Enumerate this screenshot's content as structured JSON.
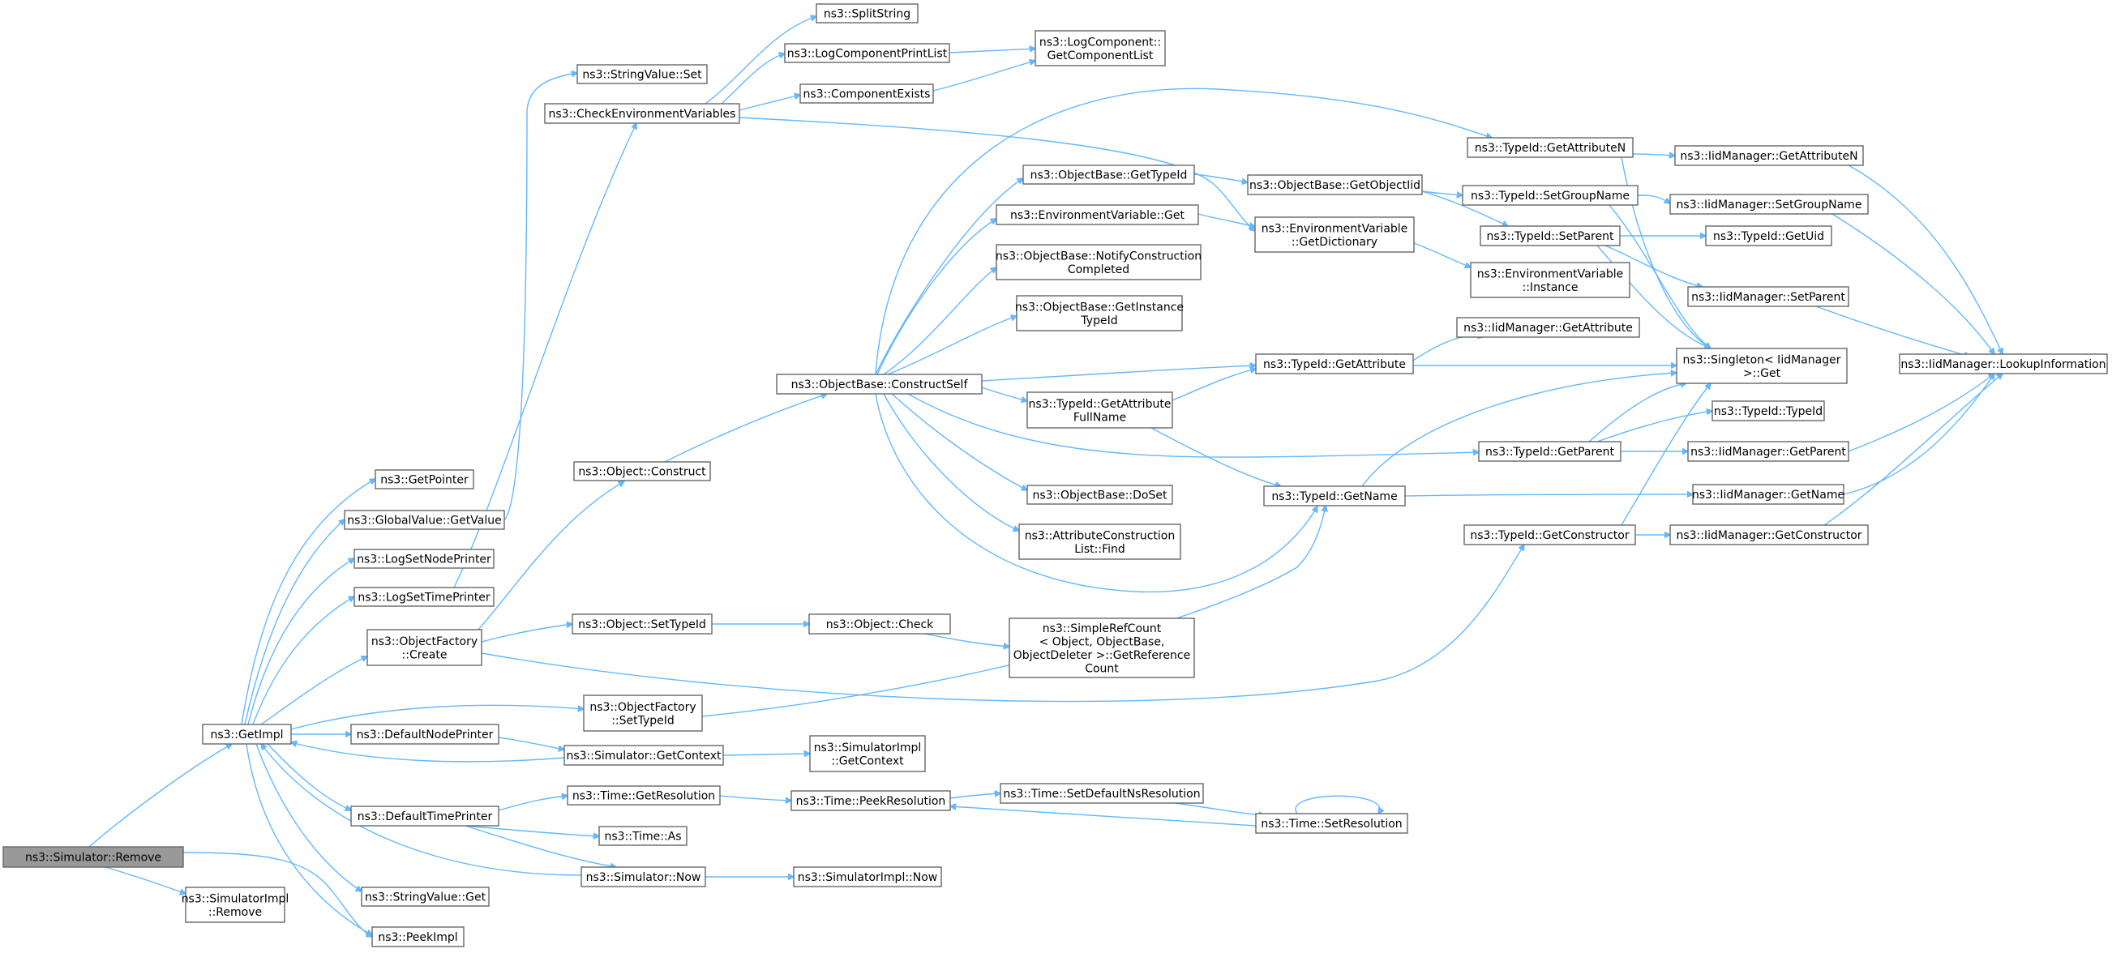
{
  "nodes": [
    {
      "id": "remove",
      "lines": [
        "ns3::Simulator::Remove"
      ],
      "root": true
    },
    {
      "id": "getimpl",
      "lines": [
        "ns3::GetImpl"
      ]
    },
    {
      "id": "simimplremove",
      "lines": [
        "ns3::SimulatorImpl",
        "::Remove"
      ]
    },
    {
      "id": "peekimpl",
      "lines": [
        "ns3::PeekImpl"
      ]
    },
    {
      "id": "getpointer",
      "lines": [
        "ns3::GetPointer"
      ]
    },
    {
      "id": "gvgetvalue",
      "lines": [
        "ns3::GlobalValue::GetValue"
      ]
    },
    {
      "id": "lognodeprinter",
      "lines": [
        "ns3::LogSetNodePrinter"
      ]
    },
    {
      "id": "logtimeprinter",
      "lines": [
        "ns3::LogSetTimePrinter"
      ]
    },
    {
      "id": "ofcreate",
      "lines": [
        "ns3::ObjectFactory",
        "::Create"
      ]
    },
    {
      "id": "defnodeprinter",
      "lines": [
        "ns3::DefaultNodePrinter"
      ]
    },
    {
      "id": "deftimeprinter",
      "lines": [
        "ns3::DefaultTimePrinter"
      ]
    },
    {
      "id": "svget",
      "lines": [
        "ns3::StringValue::Get"
      ]
    },
    {
      "id": "svset",
      "lines": [
        "ns3::StringValue::Set"
      ]
    },
    {
      "id": "checkenv",
      "lines": [
        "ns3::CheckEnvironmentVariables"
      ]
    },
    {
      "id": "splitstring",
      "lines": [
        "ns3::SplitString"
      ]
    },
    {
      "id": "logcompprintlist",
      "lines": [
        "ns3::LogComponentPrintList"
      ]
    },
    {
      "id": "compexists",
      "lines": [
        "ns3::ComponentExists"
      ]
    },
    {
      "id": "getcomplist",
      "lines": [
        "ns3::LogComponent::",
        "GetComponentList"
      ]
    },
    {
      "id": "objconstruct",
      "lines": [
        "ns3::Object::Construct"
      ]
    },
    {
      "id": "objsettypeid",
      "lines": [
        "ns3::Object::SetTypeId"
      ]
    },
    {
      "id": "ofsettypeid",
      "lines": [
        "ns3::ObjectFactory",
        "::SetTypeId"
      ]
    },
    {
      "id": "simgetcontext",
      "lines": [
        "ns3::Simulator::GetContext"
      ]
    },
    {
      "id": "timegetres",
      "lines": [
        "ns3::Time::GetResolution"
      ]
    },
    {
      "id": "timeas",
      "lines": [
        "ns3::Time::As"
      ]
    },
    {
      "id": "simnow",
      "lines": [
        "ns3::Simulator::Now"
      ]
    },
    {
      "id": "constructself",
      "lines": [
        "ns3::ObjectBase::ConstructSelf"
      ]
    },
    {
      "id": "objcheck",
      "lines": [
        "ns3::Object::Check"
      ]
    },
    {
      "id": "simimplgetcontext",
      "lines": [
        "ns3::SimulatorImpl",
        "::GetContext"
      ]
    },
    {
      "id": "timepeekres",
      "lines": [
        "ns3::Time::PeekResolution"
      ]
    },
    {
      "id": "simimplnow",
      "lines": [
        "ns3::SimulatorImpl::Now"
      ]
    },
    {
      "id": "obgettypeid",
      "lines": [
        "ns3::ObjectBase::GetTypeId"
      ]
    },
    {
      "id": "envget",
      "lines": [
        "ns3::EnvironmentVariable::Get"
      ]
    },
    {
      "id": "notifyconstruction",
      "lines": [
        "ns3::ObjectBase::NotifyConstruction",
        "Completed"
      ]
    },
    {
      "id": "getinstancetypeid",
      "lines": [
        "ns3::ObjectBase::GetInstance",
        "TypeId"
      ]
    },
    {
      "id": "getattrfullname",
      "lines": [
        "ns3::TypeId::GetAttribute",
        "FullName"
      ]
    },
    {
      "id": "doset",
      "lines": [
        "ns3::ObjectBase::DoSet"
      ]
    },
    {
      "id": "attrconstructfind",
      "lines": [
        "ns3::AttributeConstruction",
        "List::Find"
      ]
    },
    {
      "id": "refcount",
      "lines": [
        "ns3::SimpleRefCount",
        "< Object, ObjectBase,",
        "ObjectDeleter >::GetReference",
        "Count"
      ]
    },
    {
      "id": "setdefaultnsres",
      "lines": [
        "ns3::Time::SetDefaultNsResolution"
      ]
    },
    {
      "id": "getobjectiid",
      "lines": [
        "ns3::ObjectBase::GetObjectIid"
      ]
    },
    {
      "id": "envgetdict",
      "lines": [
        "ns3::EnvironmentVariable",
        "::GetDictionary"
      ]
    },
    {
      "id": "tgetattribute",
      "lines": [
        "ns3::TypeId::GetAttribute"
      ]
    },
    {
      "id": "tgetname",
      "lines": [
        "ns3::TypeId::GetName"
      ]
    },
    {
      "id": "timesetres",
      "lines": [
        "ns3::Time::SetResolution"
      ]
    },
    {
      "id": "tgetattrn",
      "lines": [
        "ns3::TypeId::GetAttributeN"
      ]
    },
    {
      "id": "tsetgroupname",
      "lines": [
        "ns3::TypeId::SetGroupName"
      ]
    },
    {
      "id": "tsetparent",
      "lines": [
        "ns3::TypeId::SetParent"
      ]
    },
    {
      "id": "envinstance",
      "lines": [
        "ns3::EnvironmentVariable",
        "::Instance"
      ]
    },
    {
      "id": "iidgetattribute",
      "lines": [
        "ns3::IidManager::GetAttribute"
      ]
    },
    {
      "id": "tgetparent",
      "lines": [
        "ns3::TypeId::GetParent"
      ]
    },
    {
      "id": "tgetconstructor",
      "lines": [
        "ns3::TypeId::GetConstructor"
      ]
    },
    {
      "id": "iidgetattrn",
      "lines": [
        "ns3::IidManager::GetAttributeN"
      ]
    },
    {
      "id": "iidsetgroupname",
      "lines": [
        "ns3::IidManager::SetGroupName"
      ]
    },
    {
      "id": "tgetuid",
      "lines": [
        "ns3::TypeId::GetUid"
      ]
    },
    {
      "id": "iidsetparent",
      "lines": [
        "ns3::IidManager::SetParent"
      ]
    },
    {
      "id": "singletonget",
      "lines": [
        "ns3::Singleton< IidManager",
        ">::Get"
      ]
    },
    {
      "id": "ttypeid",
      "lines": [
        "ns3::TypeId::TypeId"
      ]
    },
    {
      "id": "iidgetparent",
      "lines": [
        "ns3::IidManager::GetParent"
      ]
    },
    {
      "id": "iidgetname",
      "lines": [
        "ns3::IidManager::GetName"
      ]
    },
    {
      "id": "iidgetconstructor",
      "lines": [
        "ns3::IidManager::GetConstructor"
      ]
    },
    {
      "id": "iidlookup",
      "lines": [
        "ns3::IidManager::LookupInformation"
      ]
    }
  ]
}
